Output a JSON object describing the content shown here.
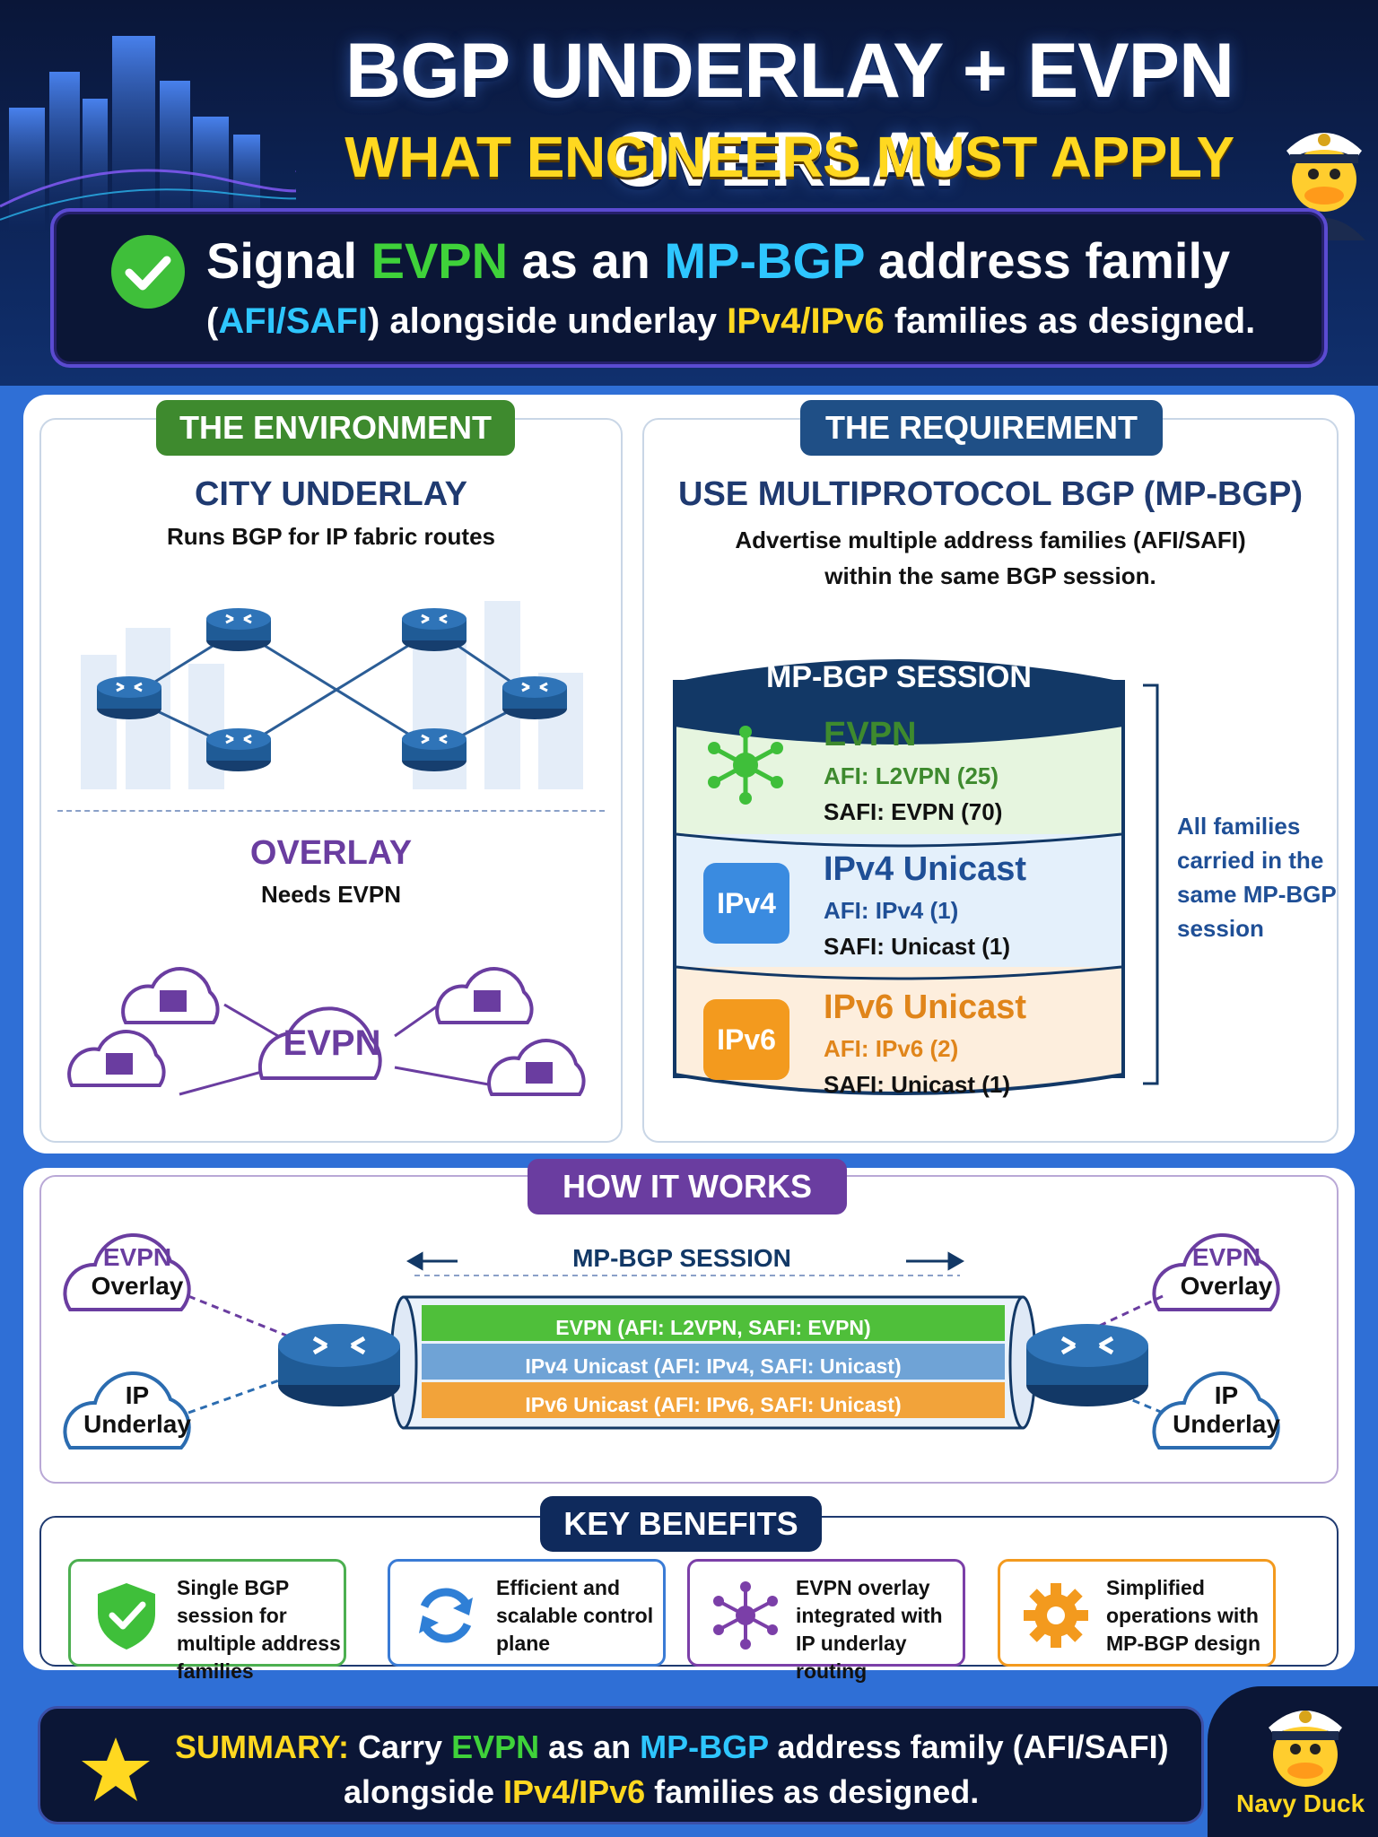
{
  "header": {
    "title": "BGP UNDERLAY + EVPN OVERLAY",
    "subtitle": "WHAT ENGINEERS MUST APPLY"
  },
  "banner": {
    "l1_a": "Signal ",
    "l1_b": "EVPN",
    "l1_c": " as an ",
    "l1_d": "MP-BGP",
    "l1_e": " address family",
    "l2_a": "(",
    "l2_b": "AFI/SAFI",
    "l2_c": ") alongside underlay ",
    "l2_d": "IPv4/IPv6",
    "l2_e": " families as designed."
  },
  "environment": {
    "pill": "THE ENVIRONMENT",
    "underlay_title": "CITY UNDERLAY",
    "underlay_sub": "Runs BGP for IP fabric routes",
    "overlay_title": "OVERLAY",
    "overlay_sub": "Needs EVPN",
    "evpn_cloud": "EVPN"
  },
  "requirement": {
    "pill": "THE REQUIREMENT",
    "title": "USE MULTIPROTOCOL BGP (MP-BGP)",
    "sub1": "Advertise multiple address families (AFI/SAFI)",
    "sub2": "within the same BGP session.",
    "session_label": "MP-BGP SESSION",
    "families": [
      {
        "name": "EVPN",
        "afi": "AFI: L2VPN (25)",
        "safi": "SAFI: EVPN (70)",
        "badge": ""
      },
      {
        "name": "IPv4 Unicast",
        "afi": "AFI: IPv4 (1)",
        "safi": "SAFI: Unicast (1)",
        "badge": "IPv4"
      },
      {
        "name": "IPv6 Unicast",
        "afi": "AFI: IPv6 (2)",
        "safi": "SAFI: Unicast (1)",
        "badge": "IPv6"
      }
    ],
    "side_note": [
      "All families",
      "carried in the",
      "same MP-BGP",
      "session"
    ]
  },
  "how": {
    "pill": "HOW IT WORKS",
    "session_label": "MP-BGP SESSION",
    "lanes": [
      "EVPN (AFI: L2VPN, SAFI: EVPN)",
      "IPv4 Unicast (AFI: IPv4, SAFI: Unicast)",
      "IPv6 Unicast (AFI: IPv6, SAFI: Unicast)"
    ],
    "clouds": {
      "evpn_l1": "EVPN",
      "evpn_l2": "Overlay",
      "ip_l1": "IP",
      "ip_l2": "Underlay"
    }
  },
  "benefits": {
    "pill": "KEY BENEFITS",
    "items": [
      {
        "text": "Single BGP session for multiple address families",
        "color": "#4caf50"
      },
      {
        "text": "Efficient and scalable control plane",
        "color": "#3a7bd5"
      },
      {
        "text": "EVPN overlay integrated with IP underlay routing",
        "color": "#7b3fa8"
      },
      {
        "text": "Simplified operations with MP-BGP design",
        "color": "#f39a1e"
      }
    ]
  },
  "summary": {
    "label": "SUMMARY:",
    "l1_a": " Carry ",
    "l1_b": "EVPN",
    "l1_c": " as an ",
    "l1_d": "MP-BGP",
    "l1_e": " address family (AFI/SAFI)",
    "l2_a": "alongside ",
    "l2_b": "IPv4/IPv6",
    "l2_c": " families as designed."
  },
  "brand": "Navy Duck",
  "colors": {
    "green": "#3fd23a",
    "cyan": "#2ec6ff",
    "yellow": "#ffd820",
    "navy": "#1f3a70",
    "purple": "#6a3da0",
    "orange": "#f39a1e",
    "blue": "#3a7bd5"
  }
}
